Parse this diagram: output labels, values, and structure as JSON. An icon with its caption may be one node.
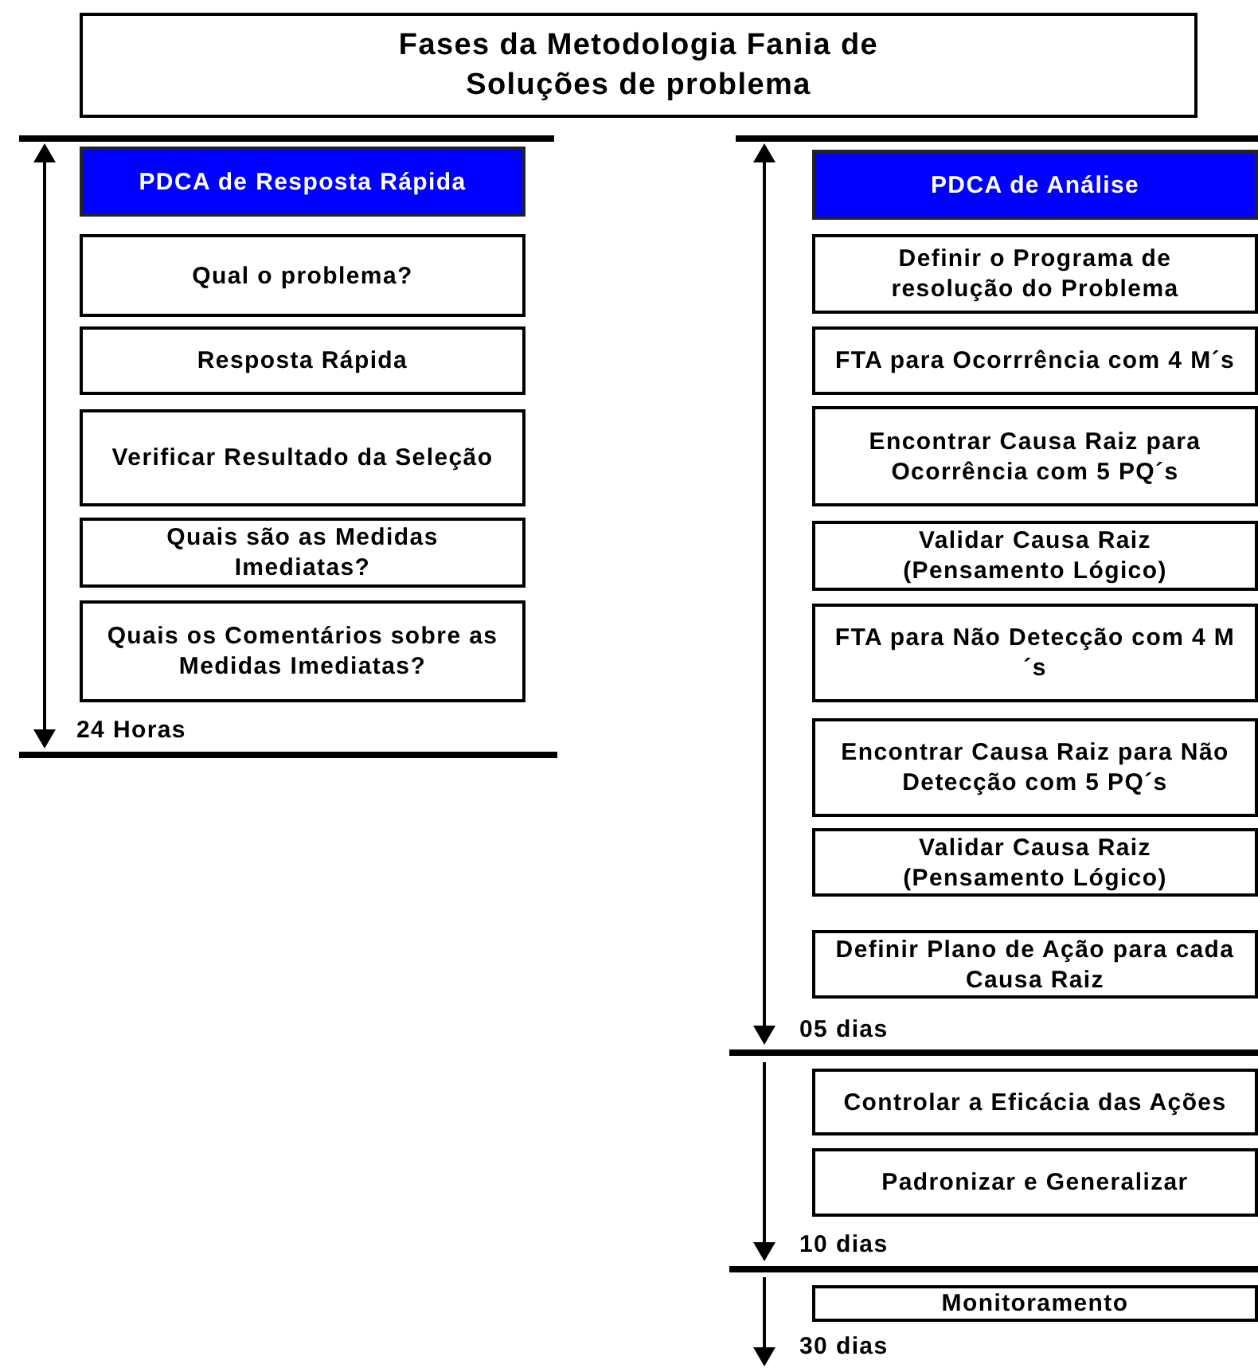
{
  "diagram": {
    "title": "Fases da Metodologia Fania de Soluções de problema",
    "nodes": [
      {
        "text": [
          "PDCA de Resposta Rápida"
        ]
      },
      {
        "text": [
          "Qual o problema?"
        ]
      },
      {
        "text": [
          "Resposta Rápida"
        ]
      },
      {
        "text": [
          "Verificar Resultado da Seleção"
        ]
      },
      {
        "text": [
          "Quais são as Medidas Imediatas?"
        ]
      },
      {
        "text": [
          "Quais os Comentários sobre as Medidas Imediatas?"
        ]
      },
      {
        "text": [
          "PDCA de Análise"
        ]
      },
      {
        "text": [
          "Definir o Programa de resolução do Problema"
        ]
      },
      {
        "text": [
          "FTA para Ocorrrência com 4 M´s"
        ]
      },
      {
        "text": [
          "Encontrar Causa Raiz para Ocorrência com 5 PQ´s"
        ]
      },
      {
        "text": [
          "Validar Causa Raiz (Pensamento Lógico)"
        ]
      },
      {
        "text": [
          "FTA para Não Detecção com 4 M´s"
        ]
      },
      {
        "text": [
          "Encontrar Causa Raiz para Não Detecção com 5 PQ´s"
        ]
      },
      {
        "text": [
          "Validar Causa Raiz (Pensamento Lógico)"
        ]
      },
      {
        "text": [
          "Definir Plano de Ação para cada Causa Raiz"
        ]
      },
      {
        "text": [
          "Controlar a Eficácia das Ações"
        ]
      },
      {
        "text": [
          "Padronizar e Generalizar"
        ]
      },
      {
        "text": [
          "Monitoramento"
        ]
      }
    ],
    "labels": [
      "24 Horas",
      "05 dias",
      "10 dias",
      "30 dias"
    ]
  }
}
